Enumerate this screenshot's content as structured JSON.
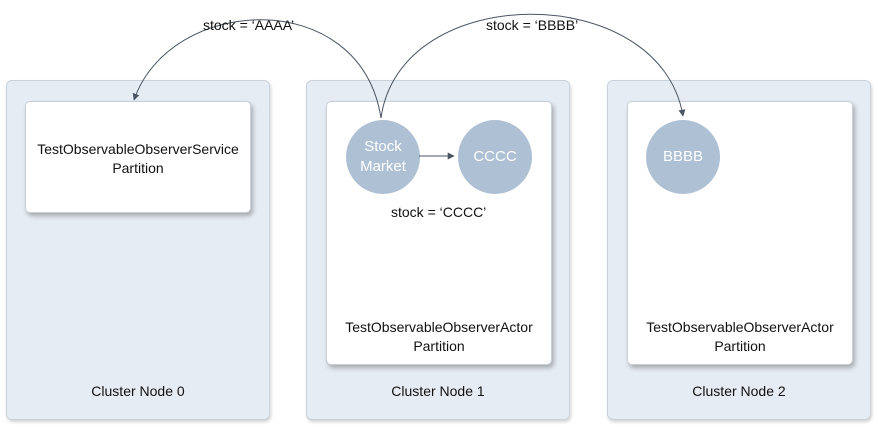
{
  "nodes": [
    {
      "label": "Cluster Node 0",
      "partition": {
        "line1": "TestObservableObserverService",
        "line2": "Partition"
      }
    },
    {
      "label": "Cluster Node 1",
      "partition": {
        "line1": "TestObservableObserverActor",
        "line2": "Partition"
      }
    },
    {
      "label": "Cluster Node 2",
      "partition": {
        "line1": "TestObservableObserverActor",
        "line2": "Partition"
      }
    }
  ],
  "circles": {
    "stock_line1": "Stock",
    "stock_line2": "Market",
    "cccc": "CCCC",
    "bbbb": "BBBB"
  },
  "edges": {
    "to_node0": "stock = ‘AAAA’",
    "to_node2": "stock = ‘BBBB’",
    "to_cccc": "stock = ‘CCCC’"
  },
  "colors": {
    "node_bg": "#e6ecf3",
    "circle_fill": "#aec1d4",
    "arrow": "#4a5563"
  }
}
